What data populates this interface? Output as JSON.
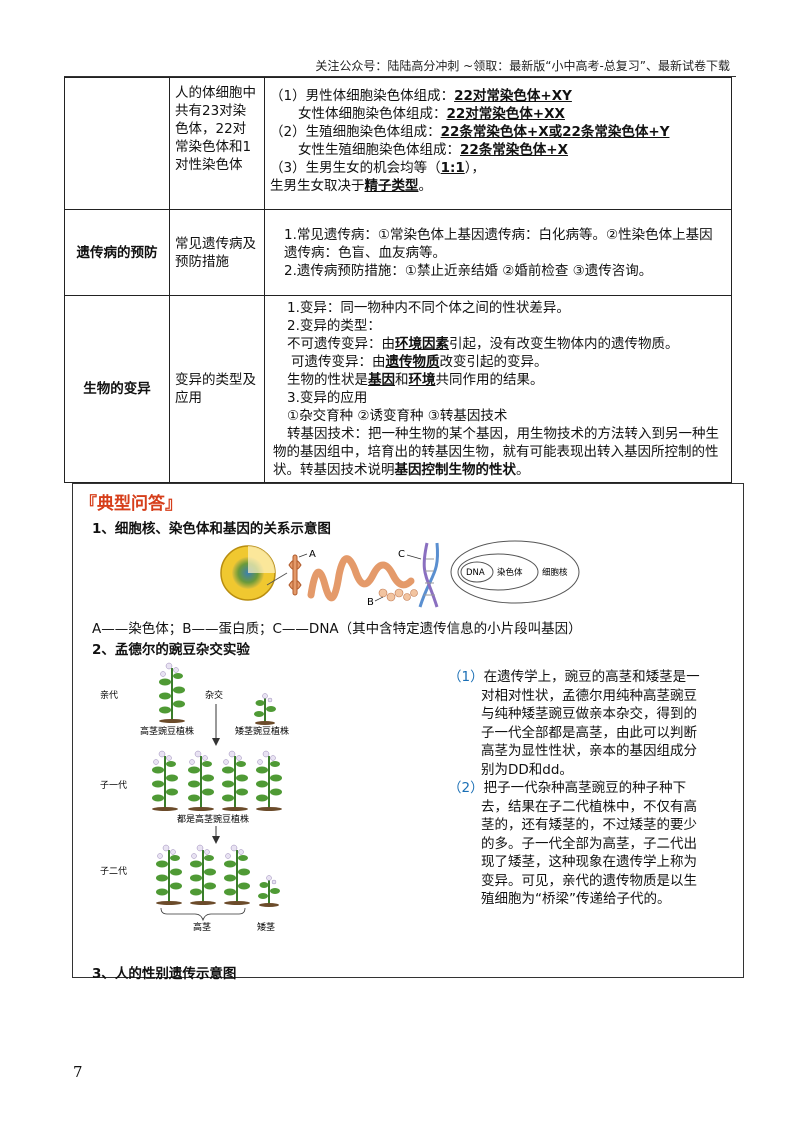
{
  "header": {
    "text": "关注公众号：陆陆高分冲刺  ~领取：最新版“小中高考-总复习”、最新试卷下载"
  },
  "table": {
    "row1": {
      "col2": "人的体细胞中共有23对染色体，22对常染色体和1对性染色体",
      "l1a": "（1）男性体细胞染色体组成：",
      "l1b": "22对常染色体+XY",
      "l2a": "女性体细胞染色体组成：",
      "l2b": "22对常染色体+XX",
      "l3a": "（2）生殖细胞染色体组成：",
      "l3b": "22条常染色体+X或22条常染色体+Y",
      "l4a": "女性生殖细胞染色体组成：",
      "l4b": "22条常染色体+X",
      "l5a": "（3）生男生女的机会均等（",
      "l5b": "1:1",
      "l5c": "），",
      "l6a": "生男生女取决于",
      "l6b": "精子类型",
      "l6c": "。"
    },
    "row2": {
      "col1": "遗传病的预防",
      "col2": "常见遗传病及预防措施",
      "l1": "1.常见遗传病：①常染色体上基因遗传病：白化病等。②性染色体上基因遗传病：色盲、血友病等。",
      "l2": "2.遗传病预防措施：①禁止近亲结婚 ②婚前检查 ③遗传咨询。"
    },
    "row3": {
      "col1": "生物的变异",
      "col2": "变异的类型及应用",
      "l1": "1.变异：同一物种内不同个体之间的性状差异。",
      "l2": "2.变异的类型：",
      "l3a": "不可遗传变异：由",
      "l3b": "环境因素",
      "l3c": "引起，没有改变生物体内的遗传物质。",
      "l4a": "可遗传变异：由",
      "l4b": "遗传物质",
      "l4c": "改变引起的变异。",
      "l5a": "生物的性状是",
      "l5b": "基因",
      "l5c": "和",
      "l5d": "环境",
      "l5e": "共同作用的结果。",
      "l6": "3.变异的应用",
      "l7": "①杂交育种 ②诱变育种 ③转基因技术",
      "l8a": "转基因技术：把一种生物的某个基因，用生物技术的方法转入到另一种生物的基因组中，培育出的转基因生物，就有可能表现出转入基因所控制的性状。转基因技术说明",
      "l8b": "基因控制生物的性状",
      "l8c": "。"
    }
  },
  "section": {
    "title": "『典型问答』",
    "q1": "1、细胞核、染色体和基因的关系示意图",
    "fig1": {
      "a": "A",
      "b": "B",
      "c": "C",
      "dna": "DNA",
      "chrom": "染色体",
      "nucleus": "细胞核"
    },
    "caption1": "A——染色体；B——蛋白质；C——DNA（其中含特定遗传信息的小片段叫基因）",
    "q2": "2、孟德尔的豌豆杂交实验",
    "fig2": {
      "parent": "亲代",
      "cross": "杂交",
      "tall": "高茎豌豆植株",
      "short": "矮茎豌豆植株",
      "f1": "子一代",
      "f1note": "都是高茎豌豆植株",
      "f2": "子二代",
      "f2tall": "高茎",
      "f2short": "矮茎"
    },
    "p1num": "（1）",
    "p1": "在遗传学上，豌豆的高茎和矮茎是一对相对性状，孟德尔用纯种高茎豌豆与纯种矮茎豌豆做亲本杂交，得到的子一代全部都是高茎，由此可以判断高茎为显性性状，亲本的基因组成分别为DD和dd。",
    "p2num": "（2）",
    "p2": "把子一代杂种高茎豌豆的种子种下去，结果在子二代植株中，不仅有高茎的，还有矮茎的，不过矮茎的要少的多。子一代全部为高茎，子二代出现了矮茎，这种现象在遗传学上称为变异。可见，亲代的遗传物质是以生殖细胞为“桥梁”传递给子代的。",
    "q3": "3、人的性别遗传示意图"
  },
  "page_number": "7"
}
